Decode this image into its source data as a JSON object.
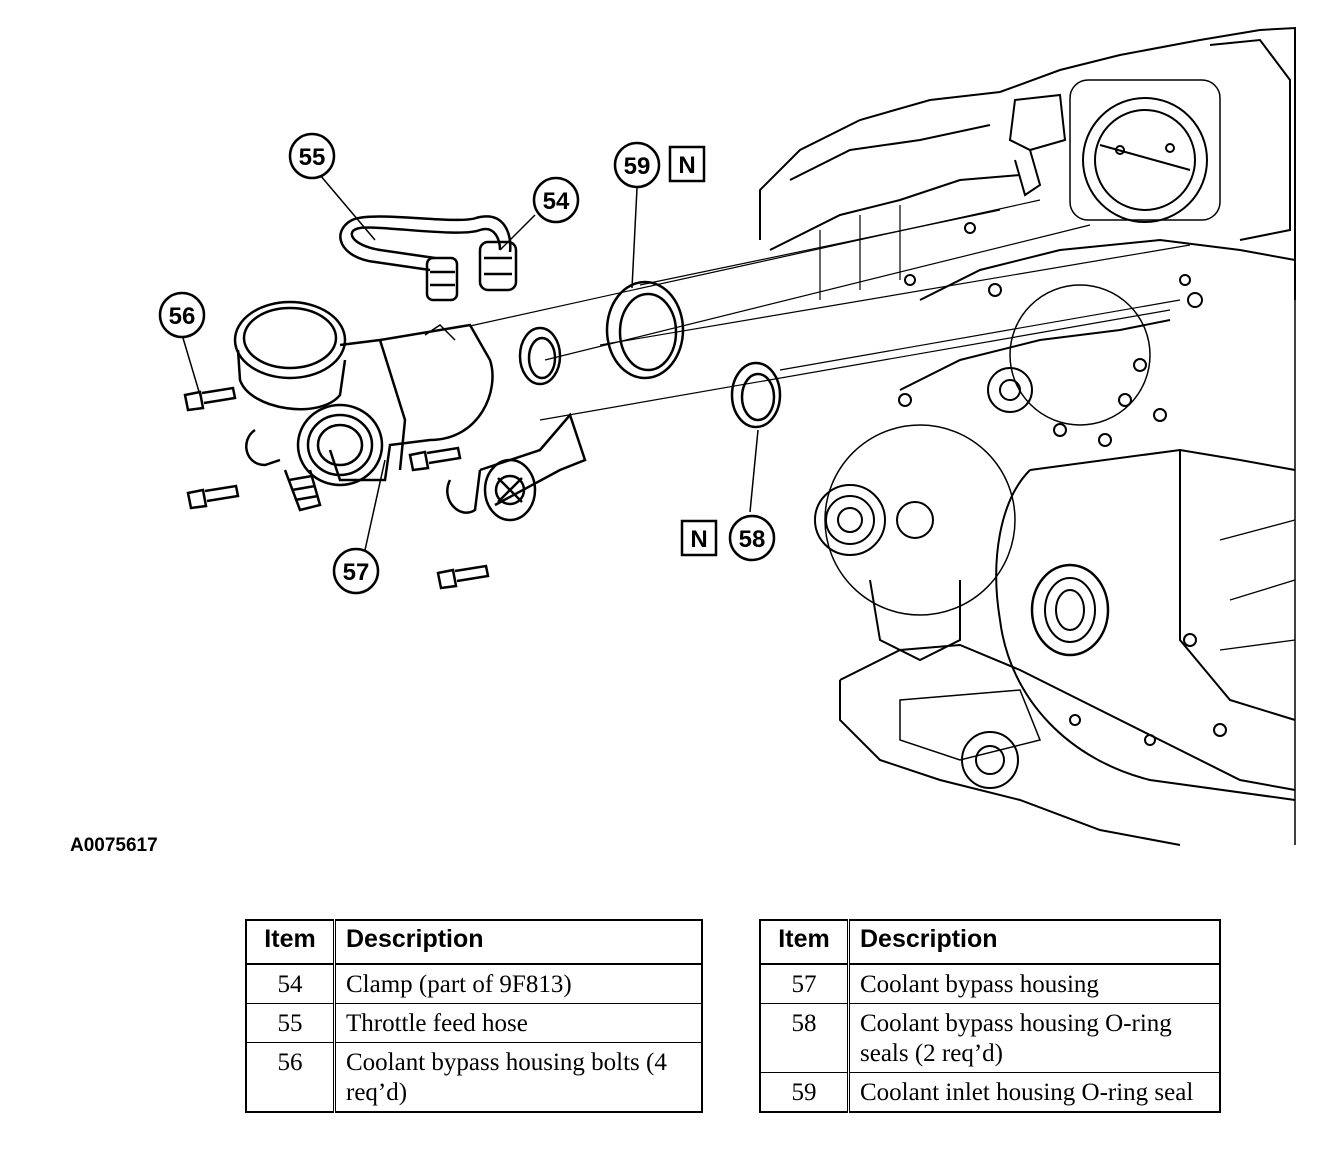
{
  "callouts": [
    {
      "num": "54"
    },
    {
      "num": "55"
    },
    {
      "num": "56"
    },
    {
      "num": "57"
    },
    {
      "num": "58"
    },
    {
      "num": "59"
    }
  ],
  "new_part_marker": "N",
  "figure_id": "A0075617",
  "tables": [
    {
      "headers": {
        "item": "Item",
        "description": "Description"
      },
      "rows": [
        {
          "item": "54",
          "description": "Clamp (part of 9F813)"
        },
        {
          "item": "55",
          "description": "Throttle feed hose"
        },
        {
          "item": "56",
          "description": "Coolant bypass housing bolts (4 req’d)"
        }
      ]
    },
    {
      "headers": {
        "item": "Item",
        "description": "Description"
      },
      "rows": [
        {
          "item": "57",
          "description": "Coolant bypass housing"
        },
        {
          "item": "58",
          "description": "Coolant bypass housing O-ring seals (2 req’d)"
        },
        {
          "item": "59",
          "description": "Coolant inlet housing O-ring seal"
        }
      ]
    }
  ]
}
